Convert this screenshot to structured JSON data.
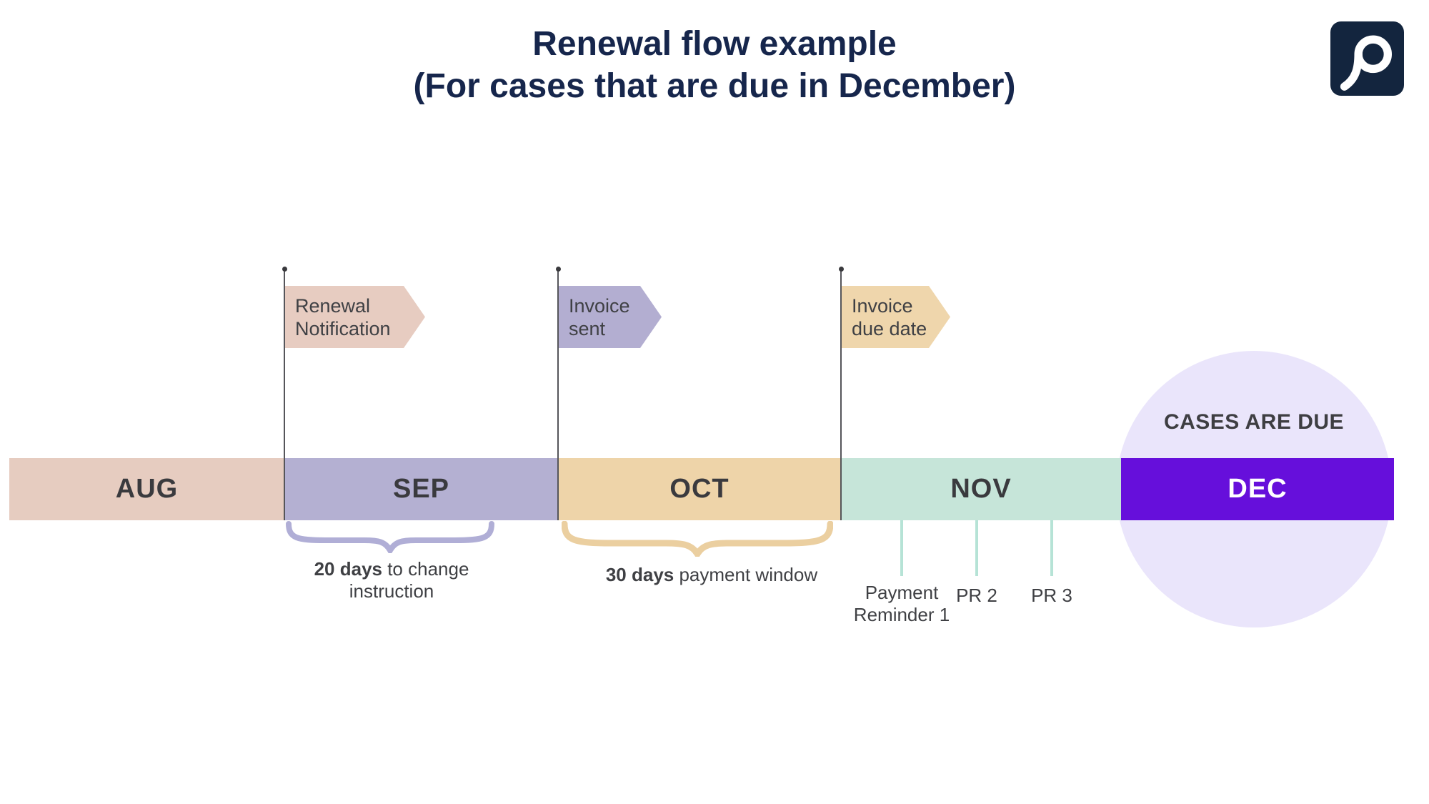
{
  "colors": {
    "title": "#16264c",
    "logo_bg": "#13253e",
    "text_dark": "#3f4044",
    "tick": "#b6e3d6"
  },
  "header": {
    "title_line1": "Renewal flow example",
    "title_line2": "(For cases that are due in December)"
  },
  "timeline": {
    "months": [
      {
        "label": "AUG",
        "color": "#e6ccc0"
      },
      {
        "label": "SEP",
        "color": "#b4b0d2"
      },
      {
        "label": "OCT",
        "color": "#eed4a9"
      },
      {
        "label": "NOV",
        "color": "#c6e5d9"
      },
      {
        "label": "DEC",
        "color": "#660fdb"
      }
    ]
  },
  "flags": [
    {
      "line1": "Renewal",
      "line2": "Notification",
      "color": "#e7ccc1"
    },
    {
      "line1": "Invoice",
      "line2": "sent",
      "color": "#b3aed1"
    },
    {
      "line1": "Invoice",
      "line2": "due date",
      "color": "#efd6ac"
    }
  ],
  "braces": [
    {
      "bold": "20 days",
      "text": " to change",
      "line2": "instruction",
      "color": "#b0aed6"
    },
    {
      "bold": "30 days",
      "text": " payment window",
      "line2": "",
      "color": "#ebcfa0"
    }
  ],
  "reminders": {
    "items": [
      {
        "line1": "Payment",
        "line2": "Reminder 1"
      },
      {
        "line1": "PR 2",
        "line2": ""
      },
      {
        "line1": "PR 3",
        "line2": ""
      }
    ]
  },
  "due_note": {
    "label": "CASES ARE DUE",
    "circle_color": "#eae5fb"
  }
}
